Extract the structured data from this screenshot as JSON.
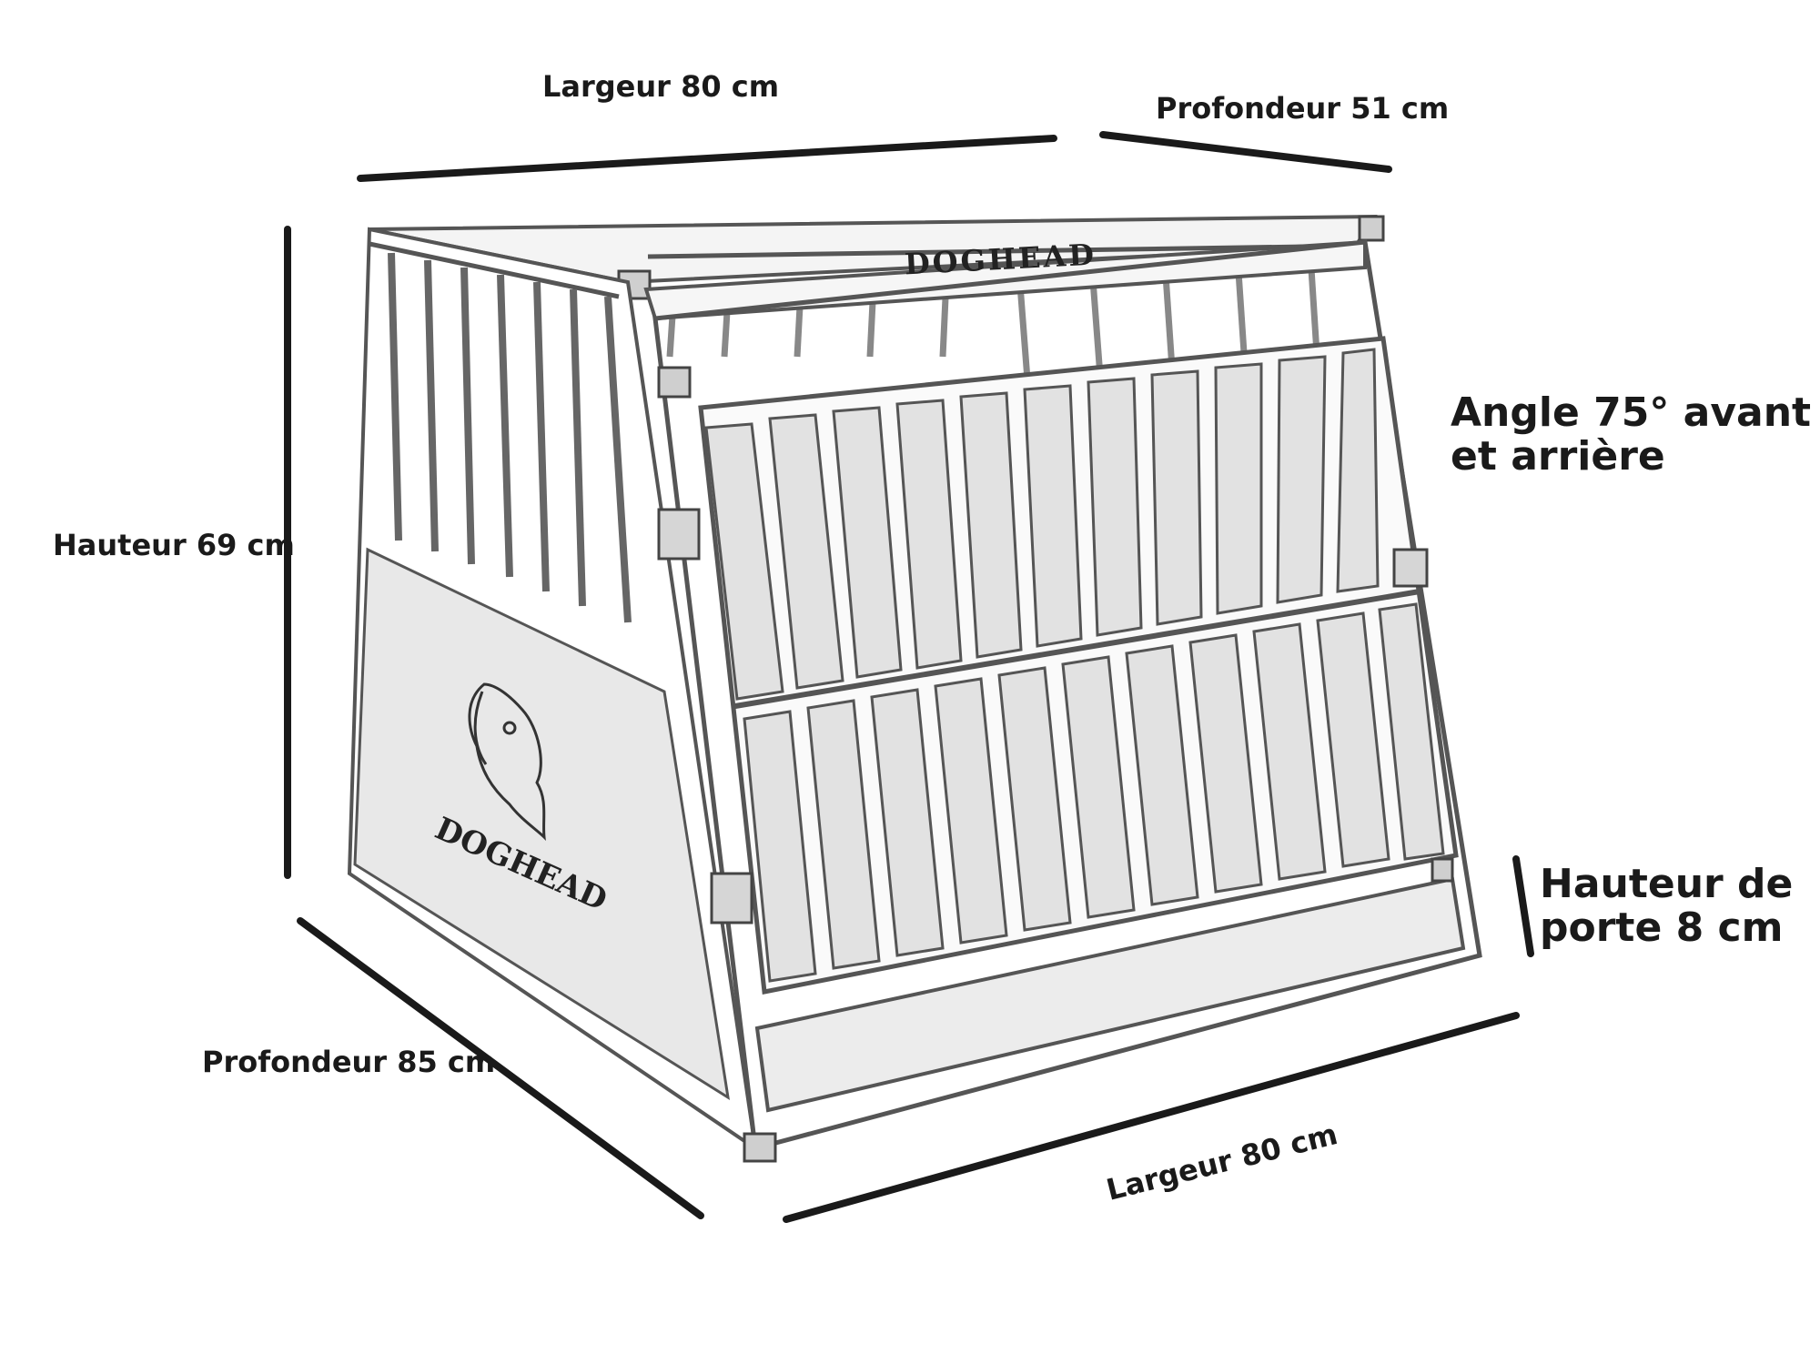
{
  "labels": {
    "largeur_top": "Largeur 80 cm",
    "profondeur_top": "Profondeur 51 cm",
    "hauteur": "Hauteur 69 cm",
    "angle": "Angle 75° avant et arrière",
    "hauteur_porte": "Hauteur de porte 8 cm",
    "profondeur_bottom": "Profondeur 85 cm",
    "largeur_bottom": "Largeur 80 cm"
  },
  "brand": {
    "top_logo": "DOGHEAD",
    "side_logo": "DOGHEAD"
  },
  "colors": {
    "line": "#1a1a1a",
    "frame": "#555555",
    "panel": "#e4e4e4",
    "background": "#ffffff"
  }
}
